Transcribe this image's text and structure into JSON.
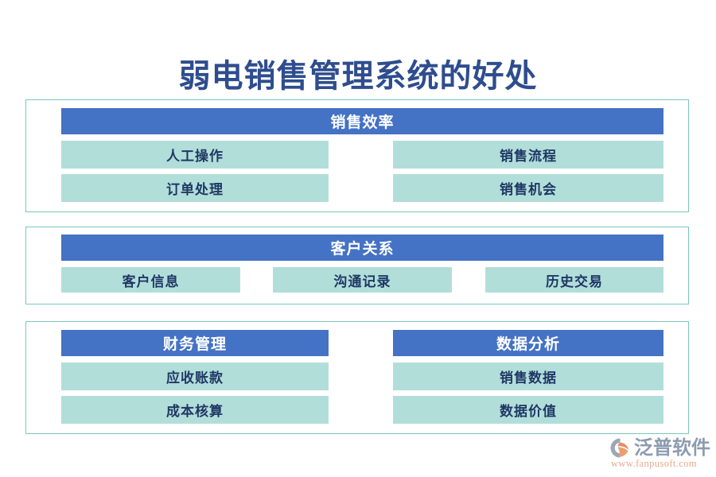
{
  "title": "弱电销售管理系统的好处",
  "colors": {
    "title_text": "#2E4D8E",
    "card_border": "#79C7BE",
    "header_bg": "#4472C4",
    "header_text": "#FFFFFF",
    "item_bg": "#B2DEDA",
    "item_text": "#1F3864",
    "logo_text": "#8C9BB0",
    "logo_url": "#E8A88C",
    "page_bg": "#FFFFFF"
  },
  "sections": [
    {
      "id": "section-0",
      "layout": "full-header-2col",
      "header": "销售效率",
      "items": [
        "人工操作",
        "销售流程",
        "订单处理",
        "销售机会"
      ]
    },
    {
      "id": "section-1",
      "layout": "full-header-3col",
      "header": "客户关系",
      "items": [
        "客户信息",
        "沟通记录",
        "历史交易"
      ]
    },
    {
      "id": "section-2",
      "layout": "two-columns",
      "columns": [
        {
          "header": "财务管理",
          "items": [
            "应收账款",
            "成本核算"
          ]
        },
        {
          "header": "数据分析",
          "items": [
            "销售数据",
            "数据价值"
          ]
        }
      ]
    }
  ],
  "logo": {
    "mark": "fanpu-swirl-icon",
    "name": "泛普软件",
    "url": "www.fanpusoft.com"
  }
}
